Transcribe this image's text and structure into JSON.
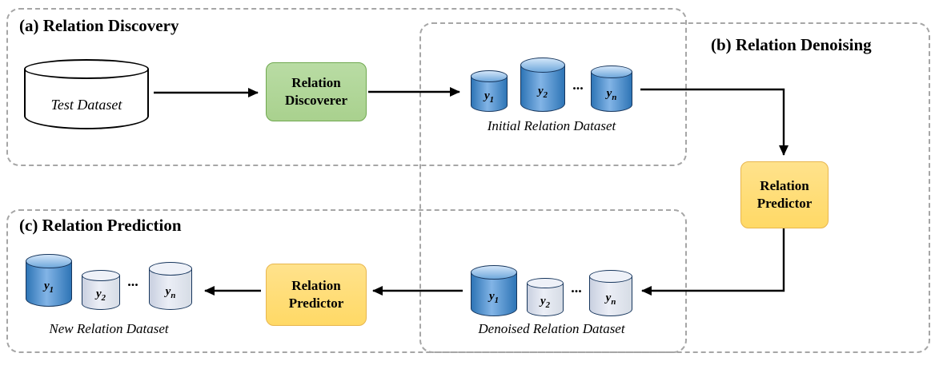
{
  "sections": {
    "discovery": {
      "title": "(a) Relation Discovery"
    },
    "denoising": {
      "title": "(b) Relation Denoising"
    },
    "prediction": {
      "title": "(c) Relation Prediction"
    }
  },
  "nodes": {
    "test_dataset": {
      "label": "Test Dataset"
    },
    "relation_discoverer": {
      "line1": "Relation",
      "line2": "Discoverer"
    },
    "relation_predictor_denoising": {
      "line1": "Relation",
      "line2": "Predictor"
    },
    "relation_predictor_prediction": {
      "line1": "Relation",
      "line2": "Predictor"
    }
  },
  "datasets": {
    "initial": {
      "caption": "Initial Relation Dataset",
      "dots": "...",
      "cylinders": [
        {
          "base": "y",
          "sub": "1"
        },
        {
          "base": "y",
          "sub": "2"
        },
        {
          "base": "y",
          "sub": "n"
        }
      ]
    },
    "denoised": {
      "caption": "Denoised Relation Dataset",
      "dots": "...",
      "cylinders": [
        {
          "base": "y",
          "sub": "1"
        },
        {
          "base": "y",
          "sub": "2"
        },
        {
          "base": "y",
          "sub": "n"
        }
      ]
    },
    "new": {
      "caption": "New Relation Dataset",
      "dots": "...",
      "cylinders": [
        {
          "base": "y",
          "sub": "1"
        },
        {
          "base": "y",
          "sub": "2"
        },
        {
          "base": "y",
          "sub": "n"
        }
      ]
    }
  },
  "colors": {
    "discoverer_fill": "#a9d18e",
    "discoverer_border": "#6fa84f",
    "predictor_fill": "#ffd966",
    "predictor_border": "#e8b64e",
    "cylinder_blue": "#2e75b6",
    "cylinder_gray": "#d6dce5",
    "dashed_border": "#a6a6a6"
  }
}
